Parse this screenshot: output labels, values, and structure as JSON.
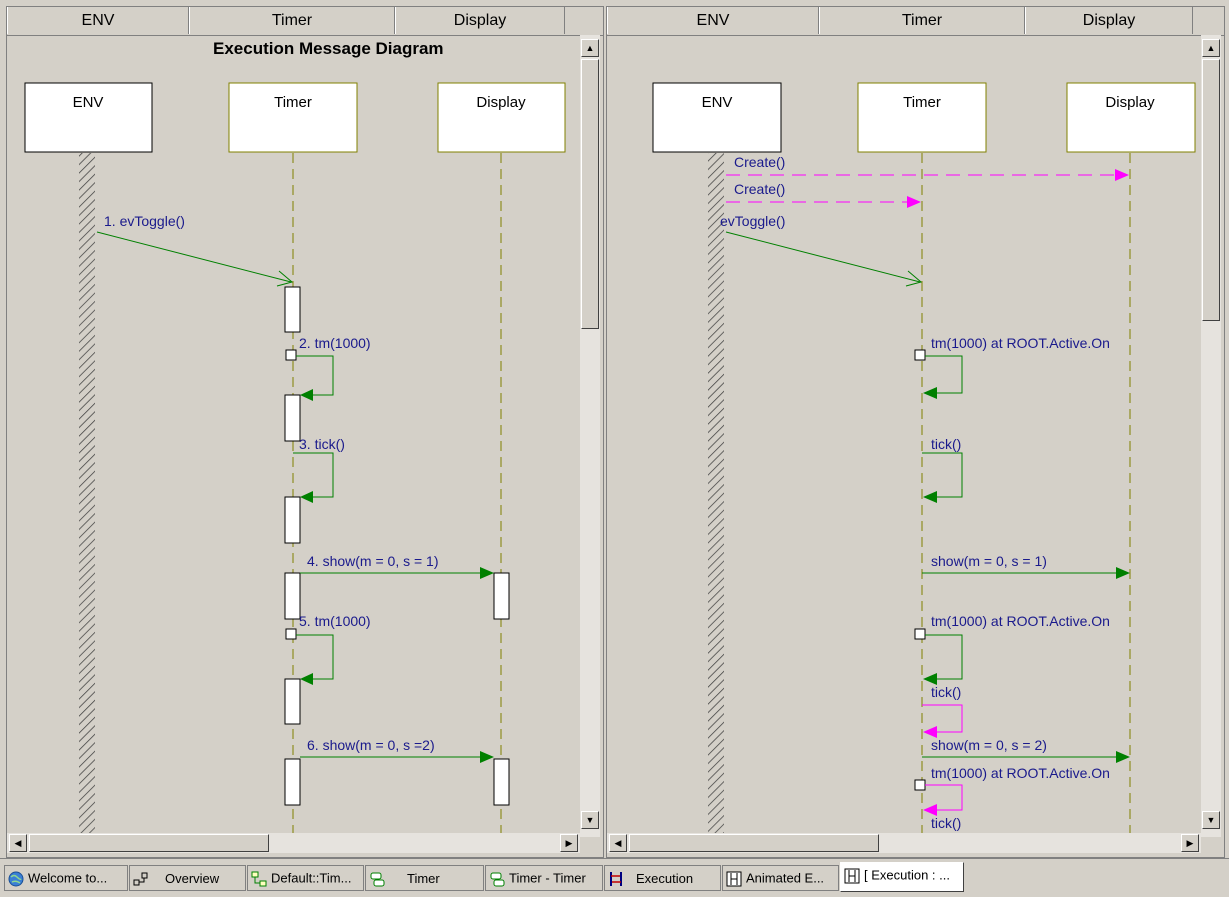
{
  "left_pane": {
    "headers": [
      "ENV",
      "Timer",
      "Display"
    ],
    "title": "Execution Message Diagram",
    "lifelines": [
      "ENV",
      "Timer",
      "Display"
    ],
    "messages": [
      "1. evToggle()",
      "2. tm(1000)",
      "3. tick()",
      "4. show(m = 0, s = 1)",
      "5. tm(1000)",
      "6. show(m = 0, s =2)"
    ]
  },
  "right_pane": {
    "headers": [
      "ENV",
      "Timer",
      "Display"
    ],
    "lifelines": [
      "ENV",
      "Timer",
      "Display"
    ],
    "messages": [
      "Create()",
      "Create()",
      "evToggle()",
      "tm(1000) at ROOT.Active.On",
      "tick()",
      "show(m = 0, s = 1)",
      "tm(1000) at ROOT.Active.On",
      "tick()",
      "show(m = 0, s = 2)",
      "tm(1000) at ROOT.Active.On",
      "tick()"
    ]
  },
  "taskbar": {
    "tabs": [
      {
        "label": "Welcome to...",
        "icon": "globe-icon"
      },
      {
        "label": "Overview",
        "icon": "overview-diagram-icon"
      },
      {
        "label": "Default::Tim...",
        "icon": "object-model-icon"
      },
      {
        "label": "Timer",
        "icon": "statechart-icon"
      },
      {
        "label": "Timer - Timer",
        "icon": "statechart-icon"
      },
      {
        "label": "Execution",
        "icon": "sequence-diagram-icon"
      },
      {
        "label": "Animated E...",
        "icon": "animated-sequence-icon"
      },
      {
        "label": "[ Execution : ...",
        "icon": "animated-sequence-icon"
      }
    ]
  },
  "colors": {
    "message_blue": "#1a1a8c",
    "arrow_green": "#008000",
    "create_magenta": "#ff00ff",
    "lifeline_olive": "#808000"
  }
}
